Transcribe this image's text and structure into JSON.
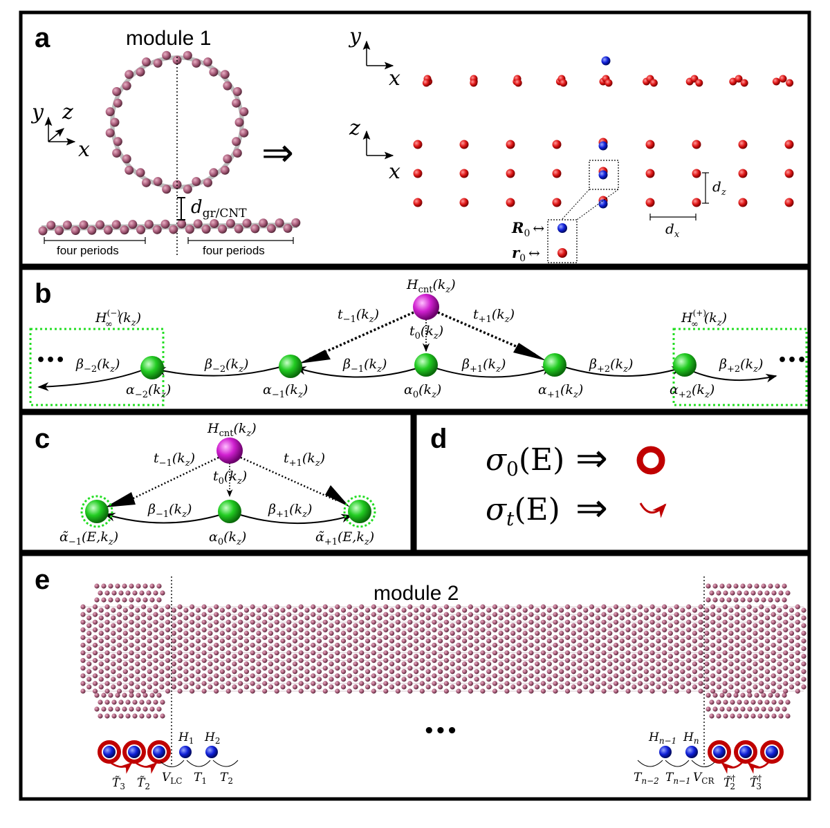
{
  "panels": {
    "a": {
      "label": "a",
      "title": "module 1",
      "axes_left": {
        "y": "y",
        "z": "z",
        "x": "x"
      },
      "axes_top_right": {
        "y": "y",
        "x": "x"
      },
      "axes_mid_right": {
        "z": "z",
        "x": "x"
      },
      "d_gr_cnt": "d",
      "d_gr_cnt_sub": "gr/CNT",
      "four_periods_left": "four periods",
      "four_periods_right": "four periods",
      "dz": "d",
      "dz_sub": "z",
      "dx": "d",
      "dx_sub": "x",
      "R0": "R",
      "R0_sub": "0",
      "r0": "r",
      "r0_sub": "0",
      "leftright": "↔",
      "implies": "⇒"
    },
    "b": {
      "label": "b",
      "H_cnt": "H",
      "H_cnt_sub": "cnt",
      "kz": "(k",
      "kz_sub": "z",
      "paren": ")",
      "H_inf_minus": "H",
      "H_inf_minus_sup": "(−)",
      "H_inf_plus": "H",
      "H_inf_plus_sup": "(+)",
      "inf_sub": "∞",
      "t_m1": "t",
      "t_m1_sub": "−1",
      "t_0": "t",
      "t_0_sub": "0",
      "t_p1": "t",
      "t_p1_sub": "+1",
      "beta_m2a": "β",
      "beta_m2a_sub": "−2",
      "beta_m2b": "β",
      "beta_m2b_sub": "−2",
      "beta_m1": "β",
      "beta_m1_sub": "−1",
      "beta_p1": "β",
      "beta_p1_sub": "+1",
      "beta_p2a": "β",
      "beta_p2a_sub": "+2",
      "beta_p2b": "β",
      "beta_p2b_sub": "+2",
      "alpha_m2": "α",
      "alpha_m2_sub": "−2",
      "alpha_m1": "α",
      "alpha_m1_sub": "−1",
      "alpha_0": "α",
      "alpha_0_sub": "0",
      "alpha_p1": "α",
      "alpha_p1_sub": "+1",
      "alpha_p2": "α",
      "alpha_p2_sub": "+2",
      "dots_left": "•••",
      "dots_right": "•••"
    },
    "c": {
      "label": "c",
      "H_cnt": "H",
      "H_cnt_sub": "cnt",
      "t_m1": "t",
      "t_m1_sub": "−1",
      "t_0": "t",
      "t_0_sub": "0",
      "t_p1": "t",
      "t_p1_sub": "+1",
      "beta_m1": "β",
      "beta_m1_sub": "−1",
      "beta_p1": "β",
      "beta_p1_sub": "+1",
      "alpha_0": "α",
      "alpha_0_sub": "0",
      "alpha_t_m1": "α̃",
      "alpha_t_m1_sub": "−1",
      "alpha_t_p1": "α̃",
      "alpha_t_p1_sub": "+1",
      "E_kz": "(E,k",
      "kz": "(k",
      "kz_sub": "z",
      "paren": ")"
    },
    "d": {
      "label": "d",
      "sigma0": "σ",
      "sigma0_sub": "0",
      "sigmat": "σ",
      "sigmat_sub": "t",
      "E": "(E)",
      "implies": "⇒"
    },
    "e": {
      "label": "e",
      "title": "module 2",
      "dots": "•••",
      "H1": "H",
      "H1_sub": "1",
      "H2": "H",
      "H2_sub": "2",
      "Hn1": "H",
      "Hn1_sub": "n−1",
      "Hn": "H",
      "Hn_sub": "n",
      "T3": "T̃",
      "T3_sub": "3",
      "T2": "T̃",
      "T2_sub": "2",
      "VLC": "V",
      "VLC_sub": "LC",
      "T1p": "T",
      "T1p_sub": "1",
      "T2p": "T",
      "T2p_sub": "2",
      "Tn2": "T",
      "Tn2_sub": "n−2",
      "Tn1": "T",
      "Tn1_sub": "n−1",
      "VCR": "V",
      "VCR_sub": "CR",
      "T2d": "T̃",
      "T2d_sub": "2",
      "T2d_sup": "†",
      "T3d": "T̃",
      "T3d_sub": "3",
      "T3d_sup": "†"
    }
  },
  "colors": {
    "atom_pink": "#a65a78",
    "atom_red": "#e01818",
    "atom_blue": "#1020d8",
    "node_green": "#22cc22",
    "node_magenta": "#d020d0",
    "ring_red": "#c00000",
    "dotted_green": "#22dd22"
  }
}
